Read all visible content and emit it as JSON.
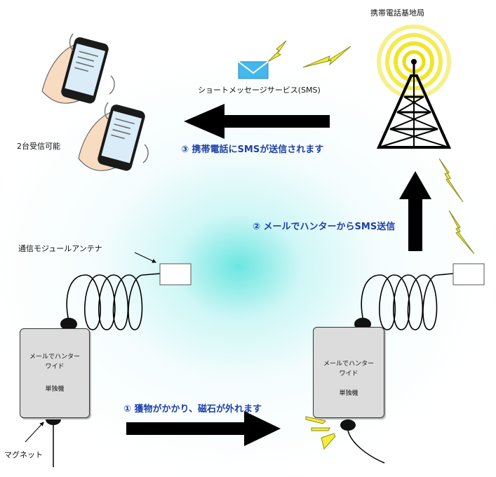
{
  "labels": {
    "base_station": "携帯電話基地局",
    "sms_service": "ショートメッセージサービス(SMS)",
    "two_receivers": "2台受信可能",
    "antenna": "通信モジュールアンテナ",
    "magnet": "マグネット"
  },
  "steps": {
    "step1": "① 獲物がかかり、磁石が外れます",
    "step2": "② メールでハンターからSMS送信",
    "step3": "③ 携帯電話にSMSが送信されます"
  },
  "device_left": {
    "line1": "メールでハンター",
    "line2": "ワイド",
    "line3": "単独機"
  },
  "device_right": {
    "line1": "メールでハンター",
    "line2": "ワイド",
    "line3": "単独機"
  },
  "colors": {
    "glow": "#3adcd6",
    "step_text": "#1c3fa8",
    "lightning": "#f2ee3a",
    "envelope": "#43b8ef",
    "arrow": "#000000"
  }
}
